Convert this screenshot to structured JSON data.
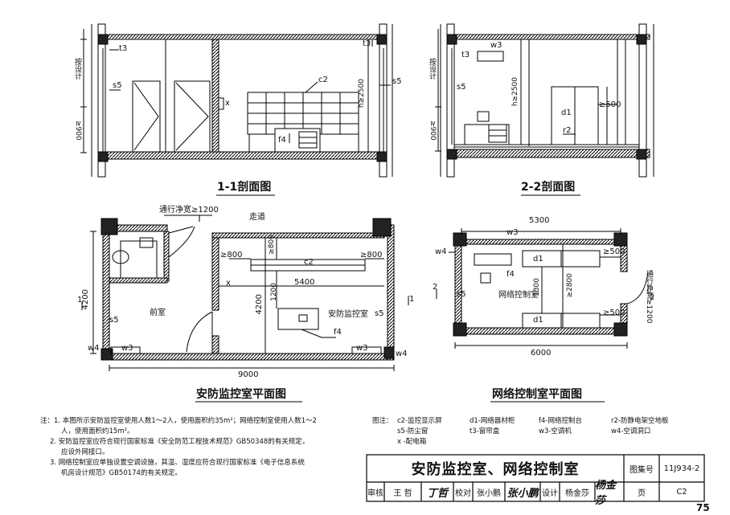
{
  "sections": {
    "sec11_title": "1-1剖面图",
    "sec22_title": "2-2剖面图",
    "plan_security_title": "安防监控室平面图",
    "plan_network_title": "网络控制室平面图"
  },
  "labels": {
    "by_design": "按设计",
    "gte900": "≥900",
    "h2500": "h≥2500",
    "s5": "s5",
    "t3": "t3",
    "c2": "c2",
    "f4": "f4",
    "x": "x",
    "w3": "w3",
    "w4": "w4",
    "d1": "d1",
    "r2": "r2",
    "gte500": "≥500",
    "passage_width": "通行净宽≥1200",
    "corridor": "走道",
    "gte800": "≥800",
    "dim_5400": "5400",
    "dim_4200": "4200",
    "dim_1200": "1200",
    "dim_9000": "9000",
    "front_room": "前室",
    "security_room": "安防监控室",
    "dim_5300": "5300",
    "dim_6000": "6000",
    "dim_1300": "1300",
    "gte2800": "≥2800",
    "network_room": "网络控制室",
    "passage_width_v": "通行净宽≥1200",
    "mark_1": "1",
    "mark_2": "2"
  },
  "notes": {
    "n1a": "注：1. 本图所示安防监控室使用人数1～2人，使用面积约35m²；网络控制室使用人数1～2",
    "n1b": "人，使用面积约15m²。",
    "n2a": "2. 安防监控室应符合现行国家标准《安全防范工程技术规范》GB50348的有关规定，",
    "n2b": "应设外网接口。",
    "n3a": "3. 网络控制室应单独设置空调设施，其温、湿度应符合现行国家标准《电子信息系统",
    "n3b": "机房设计规范》GB50174的有关规定。"
  },
  "legend": {
    "head": "图注：",
    "items": [
      "c2-监控显示屏",
      "d1-网络器材柜",
      "f4-网络控制台",
      "r2-防静电架空地板",
      "s5-防尘窗",
      "t3-窗帘盒",
      "w3-空调机",
      "w4-空调洞口",
      "x -配电箱"
    ]
  },
  "title_block": {
    "drawing_title": "安防监控室、网络控制室",
    "atlas_label": "图集号",
    "atlas_no": "11J934-2",
    "review_label": "审核",
    "review_name": "王 哲",
    "review_sig": "丁哲",
    "check_label": "校对",
    "check_name": "张小鹏",
    "check_sig": "张小鹏",
    "design_label": "设计",
    "design_name": "杨金莎",
    "design_sig": "杨金莎",
    "page_label": "页",
    "page_no": "C2"
  },
  "page_number": "75"
}
